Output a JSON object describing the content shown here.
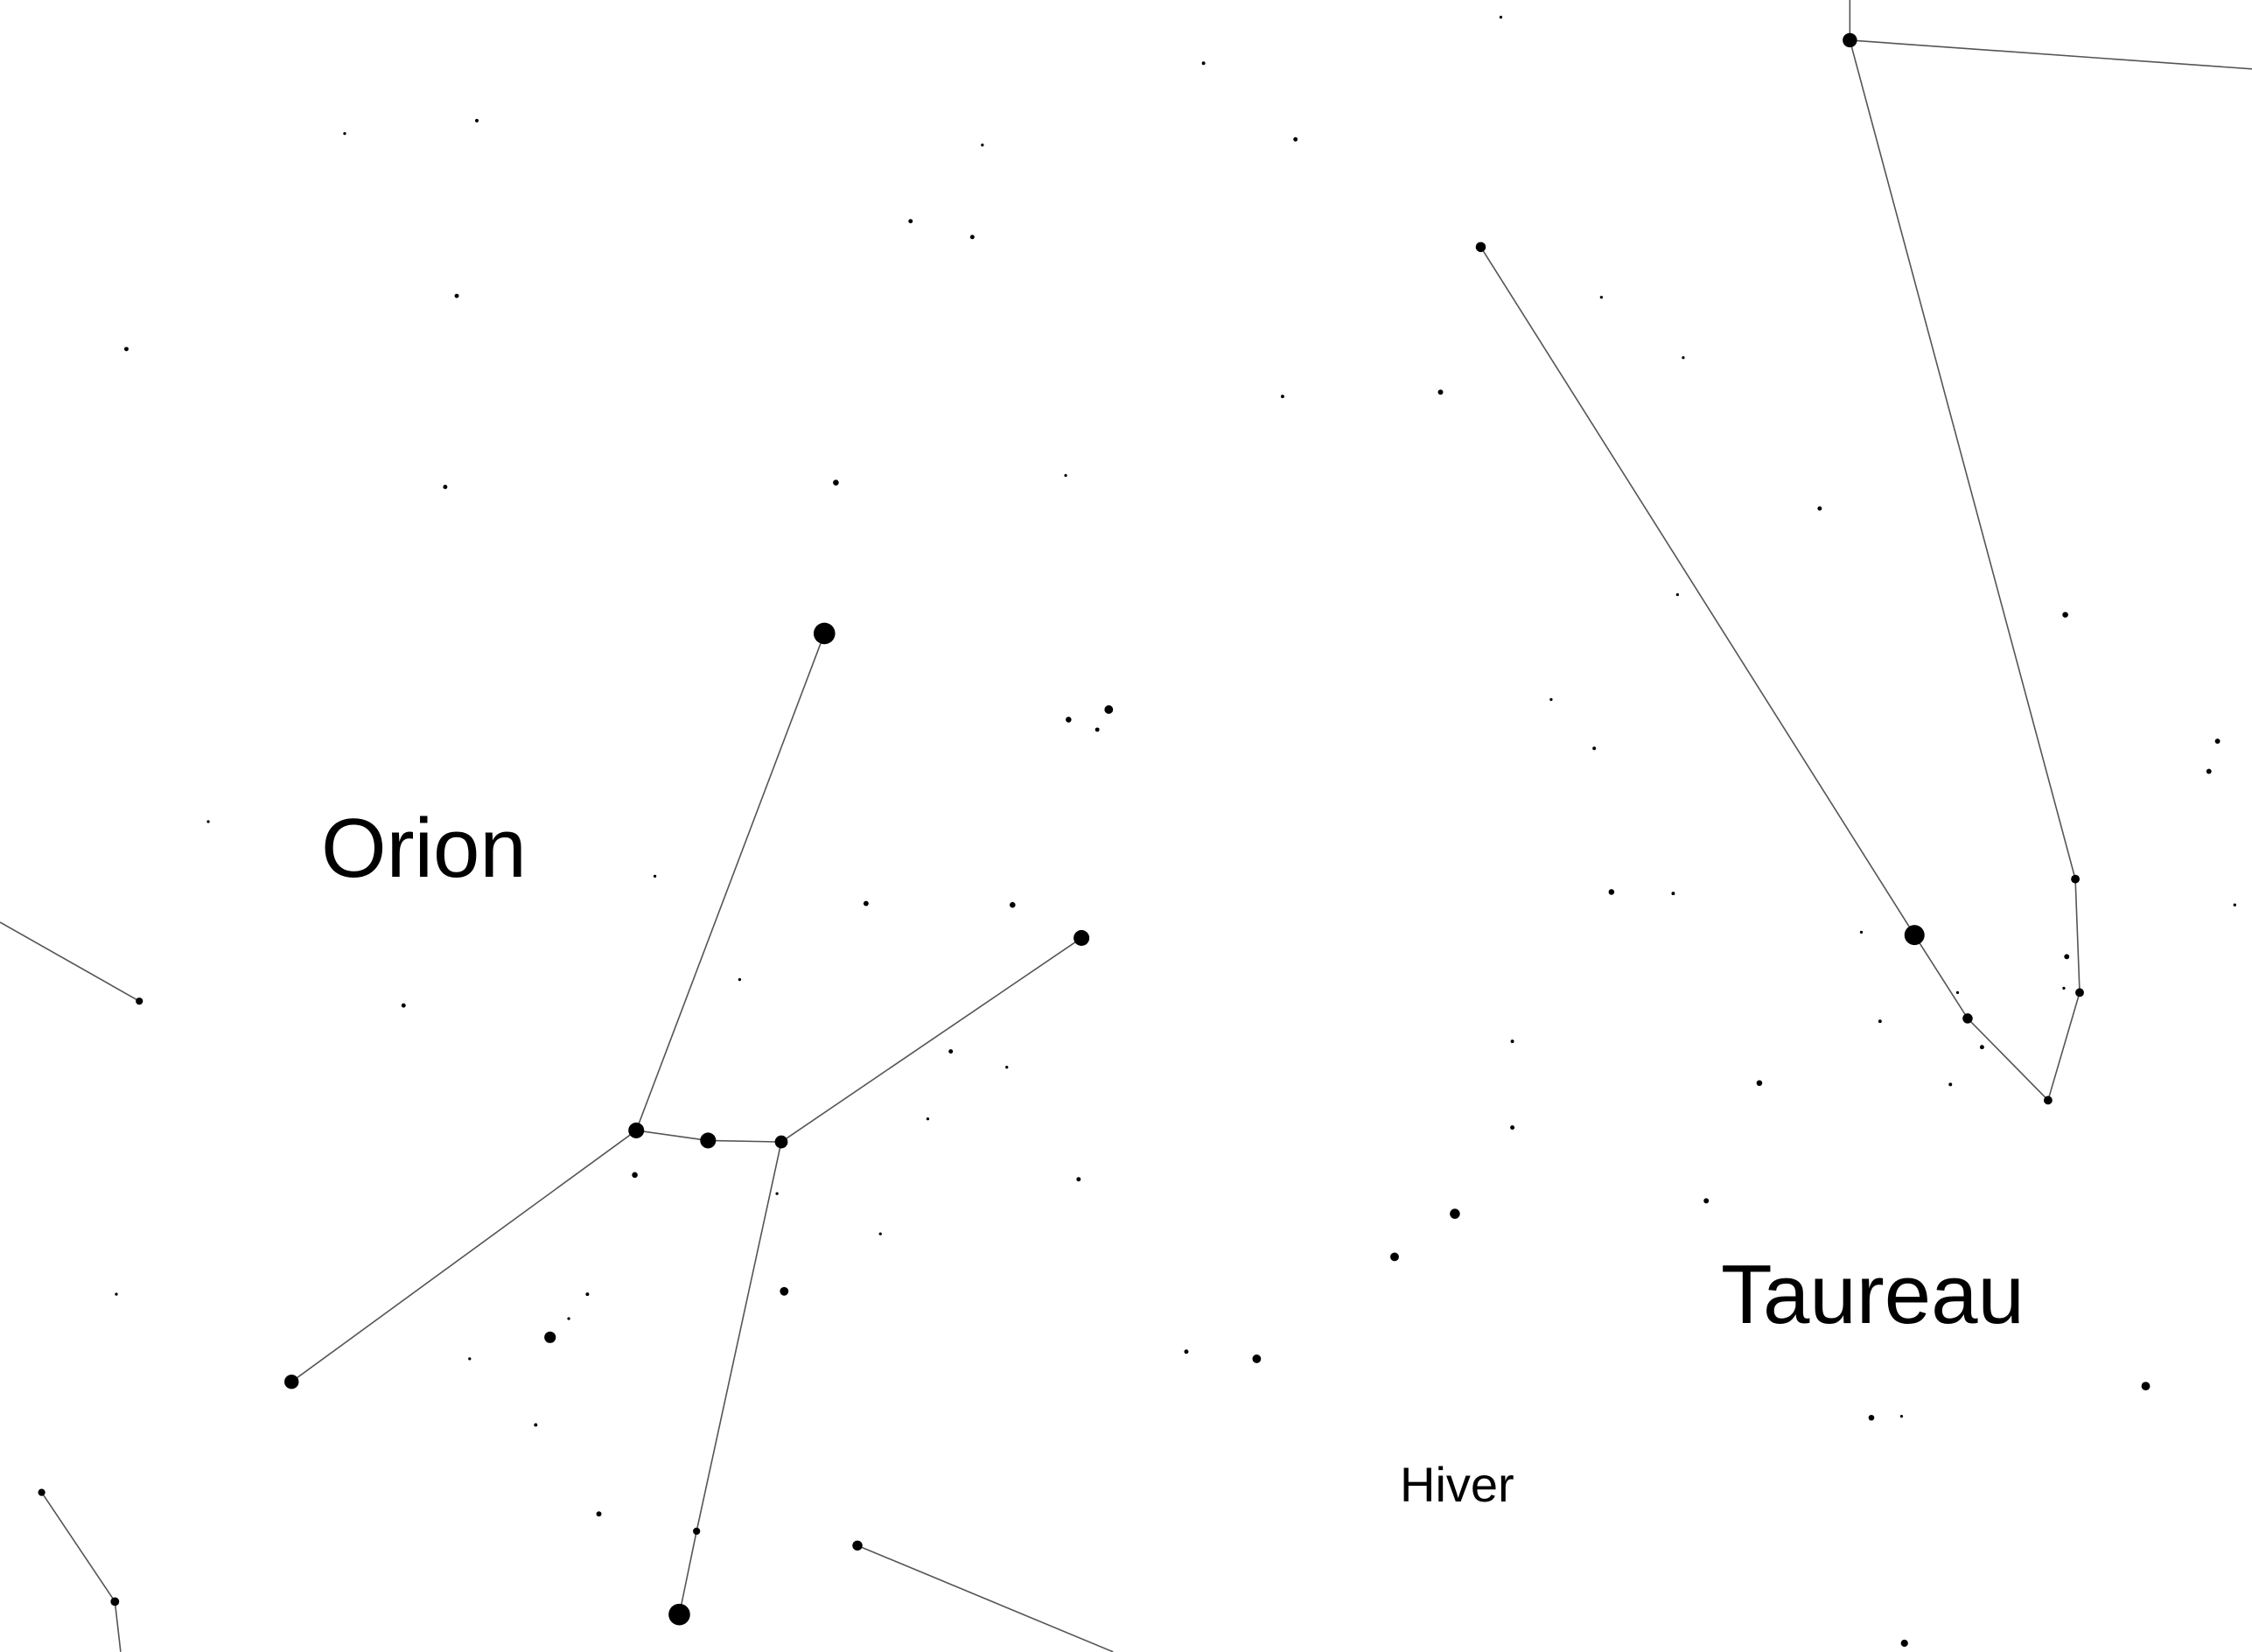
{
  "map": {
    "constellations": [
      {
        "name": "Orion"
      },
      {
        "name": "Taureau"
      }
    ],
    "season": "Hiver",
    "colors": {
      "background": "#ffffff",
      "stars": "#000000",
      "lines": "#555555"
    }
  }
}
